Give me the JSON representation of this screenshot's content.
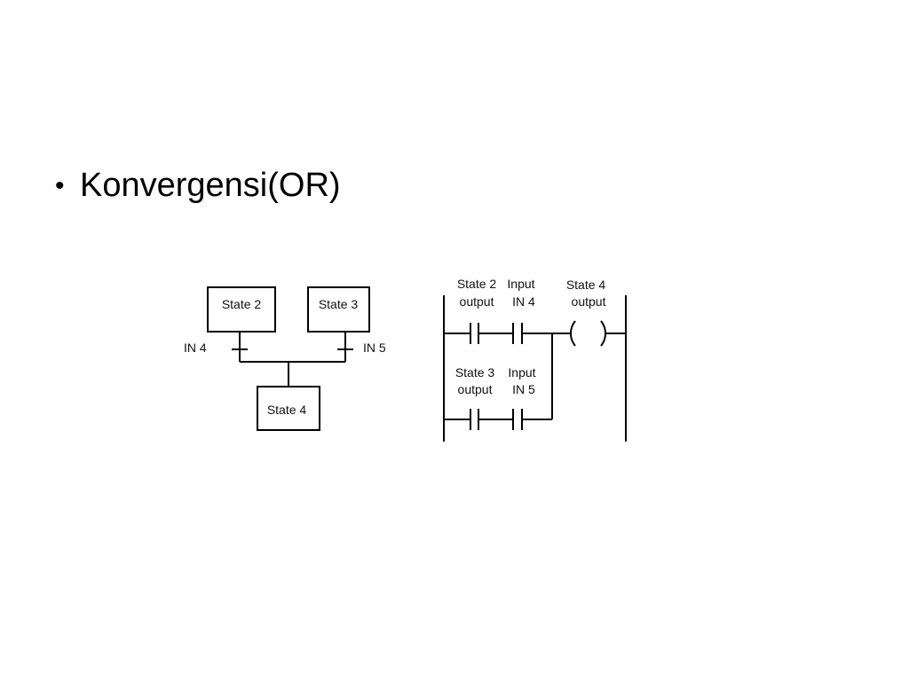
{
  "slide": {
    "bullet_symbol": "•",
    "bullet_text": "Konvergensi(OR)"
  },
  "sfc": {
    "states": [
      "State 2",
      "State 3",
      "State 4"
    ],
    "transitions": [
      "IN 4",
      "IN 5"
    ]
  },
  "ladder": {
    "rung1": {
      "contact1": [
        "State 2",
        "output"
      ],
      "contact2": [
        "Input",
        "IN 4"
      ],
      "coil": [
        "State 4",
        "output"
      ]
    },
    "rung2": {
      "contact1": [
        "State 3",
        "output"
      ],
      "contact2": [
        "Input",
        "IN 5"
      ]
    }
  }
}
